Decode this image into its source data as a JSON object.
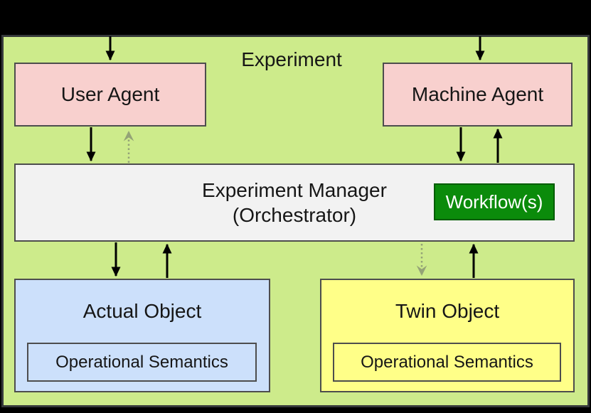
{
  "diagram": {
    "title": "Experiment",
    "nodes": {
      "user_agent": {
        "label": "User Agent"
      },
      "machine_agent": {
        "label": "Machine Agent"
      },
      "experiment_manager": {
        "label_line1": "Experiment Manager",
        "label_line2": "(Orchestrator)"
      },
      "workflow": {
        "label": "Workflow(s)"
      },
      "actual_object": {
        "title": "Actual Object",
        "sub_label": "Operational Semantics"
      },
      "twin_object": {
        "title": "Twin Object",
        "sub_label": "Operational Semantics"
      }
    },
    "connections": [
      {
        "from": "external-top",
        "to": "user_agent",
        "style": "solid"
      },
      {
        "from": "external-top",
        "to": "machine_agent",
        "style": "solid"
      },
      {
        "from": "user_agent",
        "to": "experiment_manager",
        "style": "solid"
      },
      {
        "from": "experiment_manager",
        "to": "user_agent",
        "style": "dotted"
      },
      {
        "from": "machine_agent",
        "to": "experiment_manager",
        "style": "solid"
      },
      {
        "from": "experiment_manager",
        "to": "machine_agent",
        "style": "solid"
      },
      {
        "from": "experiment_manager",
        "to": "actual_object",
        "style": "solid"
      },
      {
        "from": "actual_object",
        "to": "experiment_manager",
        "style": "solid"
      },
      {
        "from": "experiment_manager",
        "to": "twin_object",
        "style": "dotted"
      },
      {
        "from": "twin_object",
        "to": "experiment_manager",
        "style": "solid"
      }
    ],
    "colors": {
      "canvas_background": "#000000",
      "diagram_background": "#cdeb8b",
      "agent_fill": "#f8d0ce",
      "manager_fill": "#f2f2f2",
      "workflow_fill": "#0b8b0b",
      "workflow_text": "#ffffff",
      "actual_fill": "#cce0fb",
      "twin_fill": "#ffff88",
      "border": "#4d4d4d",
      "solid_arrow": "#000000",
      "dotted_arrow": "#94a376"
    }
  }
}
